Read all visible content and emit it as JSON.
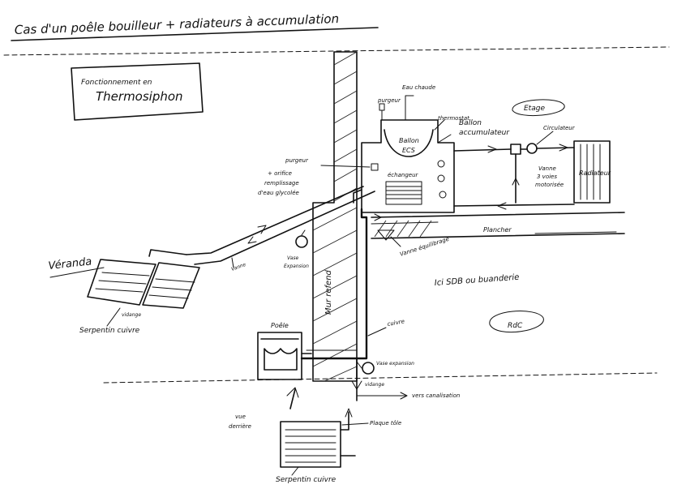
{
  "title": "Cas d'un poêle bouilleur + radiateurs à accumulation",
  "box_label_1": "Fonctionnement en",
  "box_label_2": "Thermosiphon",
  "labels": {
    "eau_chaude": "Eau chaude",
    "purgeur_top": "purgeur",
    "thermostat": "thermostat",
    "ballon_1": "Ballon",
    "ballon_2": "accumulateur",
    "ballon_inner_1": "Ballon",
    "ballon_inner_2": "ECS",
    "etage": "Etage",
    "circulateur": "Circulateur",
    "vanne_3_voies_1": "Vanne",
    "vanne_3_voies_2": "3 voies",
    "vanne_3_voies_3": "motorisée",
    "radiateur": "Radiateur",
    "purgeur_side": "purgeur",
    "remplissage_1": "+ orifice",
    "remplissage_2": "remplissage",
    "remplissage_3": "d'eau glycolée",
    "echangeur": "échangeur",
    "plancher": "Plancher",
    "vanne_equilibrage": "Vanne équilibrage",
    "ici_sdb": "Ici SDB ou buanderie",
    "veranda": "Véranda",
    "vase_expansion_left_1": "Vase",
    "vase_expansion_left_2": "Expansion",
    "vanne_left": "Vanne",
    "mur_refend": "Mur refend",
    "vidange_left": "vidange",
    "serpentin_cuivre": "Serpentin cuivre",
    "poele": "Poêle",
    "cuivre": "cuivre",
    "vase_expansion_right": "Vase expansion",
    "vidange_right": "vidange",
    "vers_canalisation": "vers canalisation",
    "rdc": "RdC",
    "vue_derriere_1": "vue",
    "vue_derriere_2": "derrière",
    "plaque_tole": "Plaque tôle",
    "serpentin_cuivre_bottom": "Serpentin cuivre"
  }
}
